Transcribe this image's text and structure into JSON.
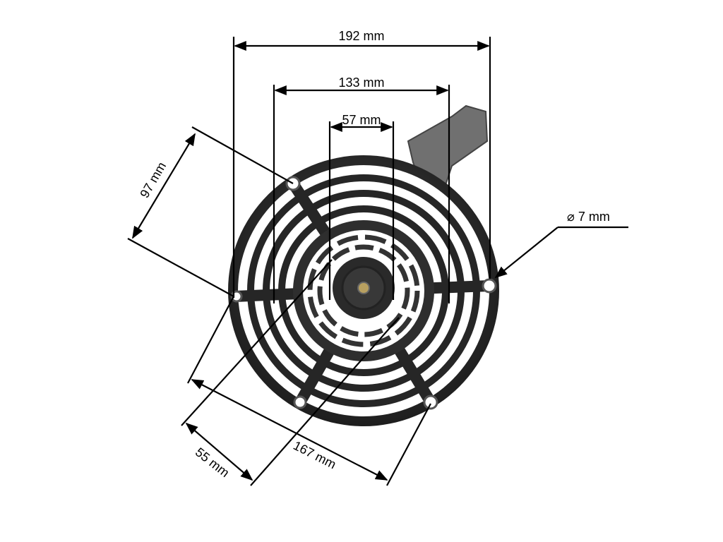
{
  "dimensions": {
    "outer_width": "192 mm",
    "middle_width": "133 mm",
    "inner_width": "57 mm",
    "hole_spacing_upper": "97 mm",
    "hole_diameter": "⌀ 7 mm",
    "hole_spacing_lower": "167 mm",
    "offset": "55 mm"
  },
  "colors": {
    "part": "#2b2b2b",
    "part_light": "#5a5a5a",
    "handle": "#6e6e6e",
    "lines": "#000000"
  }
}
